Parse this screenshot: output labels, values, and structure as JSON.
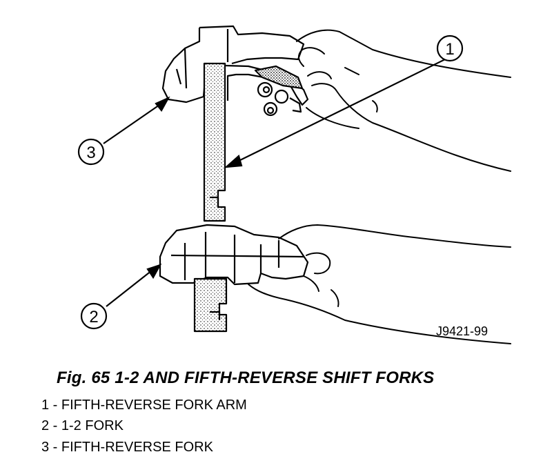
{
  "figure": {
    "callouts": [
      "1",
      "2",
      "3"
    ],
    "figure_id": "J9421-99"
  },
  "caption": {
    "title": "Fig. 65 1-2 AND FIFTH-REVERSE SHIFT FORKS"
  },
  "legend": [
    "1 - FIFTH-REVERSE FORK ARM",
    "2 - 1-2 FORK",
    "3 - FIFTH-REVERSE FORK"
  ]
}
